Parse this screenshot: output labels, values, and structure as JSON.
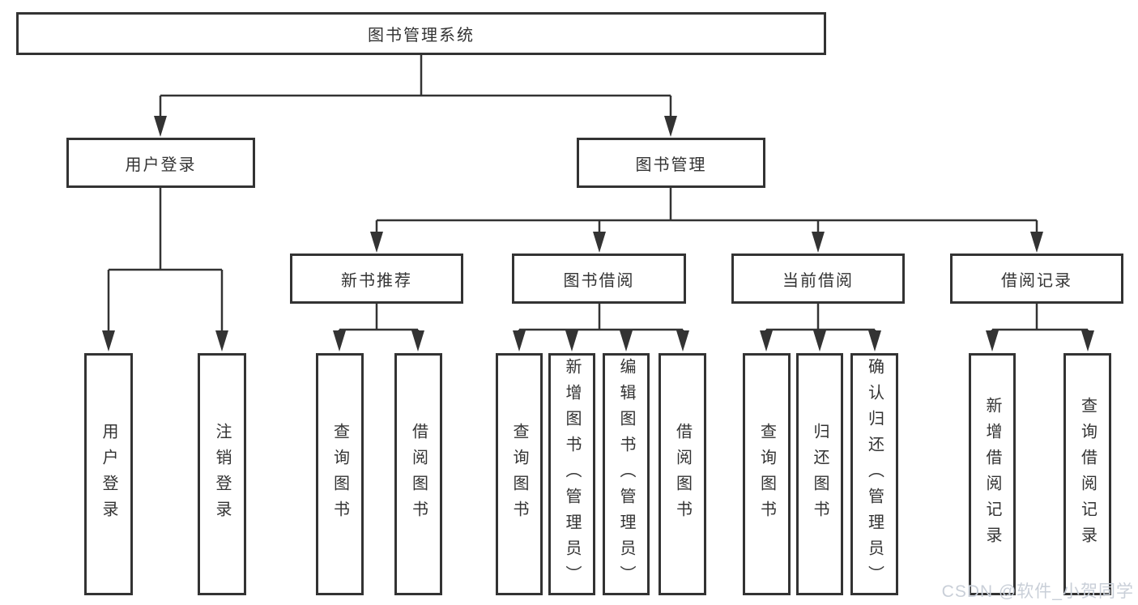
{
  "tree": {
    "root": "图书管理系统",
    "branches": [
      {
        "label": "用户登录",
        "children": [
          "用户登录",
          "注销登录"
        ]
      },
      {
        "label": "图书管理",
        "sections": [
          {
            "label": "新书推荐",
            "children": [
              "查询图书",
              "借阅图书"
            ]
          },
          {
            "label": "图书借阅",
            "children": [
              "查询图书",
              "新增图书（管理员）",
              "编辑图书（管理员）",
              "借阅图书"
            ]
          },
          {
            "label": "当前借阅",
            "children": [
              "查询图书",
              "归还图书",
              "确认归还（管理员）"
            ]
          },
          {
            "label": "借阅记录",
            "children": [
              "新增借阅记录",
              "查询借阅记录"
            ]
          }
        ]
      }
    ]
  },
  "watermark": "CSDN @软件_小贺同学",
  "colors": {
    "line": "#333333",
    "text": "#333333",
    "background": "#ffffff",
    "watermark": "#c9cfd8"
  }
}
